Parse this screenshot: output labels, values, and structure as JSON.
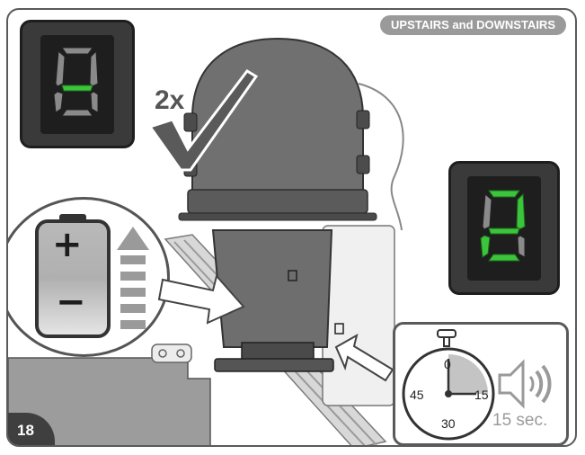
{
  "header": {
    "section_title": "UPSTAIRS and DOWNSTAIRS"
  },
  "step": {
    "number": "18"
  },
  "confirm_repeat": {
    "label": "2x"
  },
  "timer": {
    "dial_labels": {
      "top": "0",
      "right": "15",
      "bottom": "30",
      "left": "45"
    },
    "duration": "15 sec."
  },
  "battery": {
    "plus_symbol": "+",
    "minus_symbol": "−"
  },
  "colors": {
    "frame": "#5a5a5a",
    "pill_background": "#9a9a9a",
    "display_background": "#3a3a3a",
    "segment_on": "#3cc43c",
    "segment_off": "#8a8a8a",
    "battery_top": "#b9b9b9",
    "battery_bottom": "#e6e6e6",
    "arrow": "#9a9a9a",
    "body": "#707070"
  },
  "icons": [
    "check-icon",
    "battery-icon",
    "charge-arrow-icon",
    "stopwatch-icon",
    "speaker-icon",
    "seven-segment-display-icon"
  ]
}
